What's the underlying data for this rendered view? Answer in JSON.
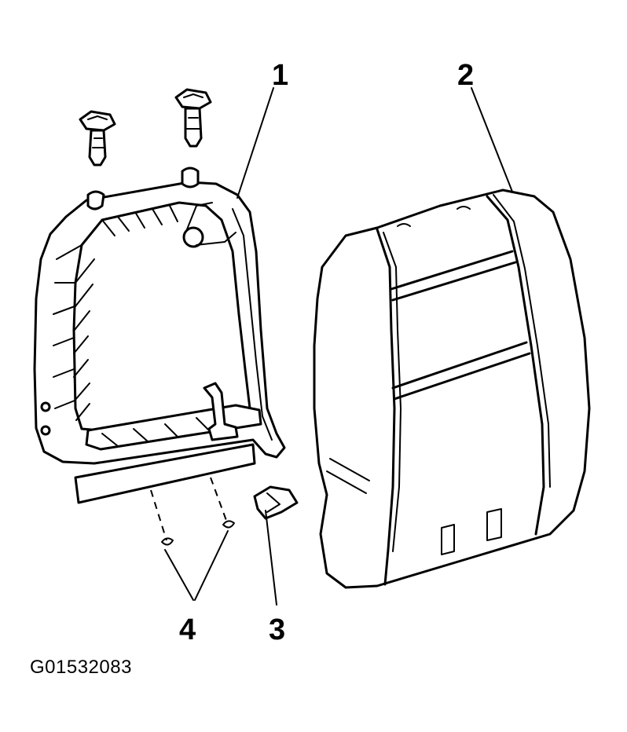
{
  "diagram": {
    "callouts": [
      {
        "id": "1",
        "label": "1"
      },
      {
        "id": "2",
        "label": "2"
      },
      {
        "id": "3",
        "label": "3"
      },
      {
        "id": "4",
        "label": "4"
      }
    ],
    "figure_id": "G01532083"
  }
}
